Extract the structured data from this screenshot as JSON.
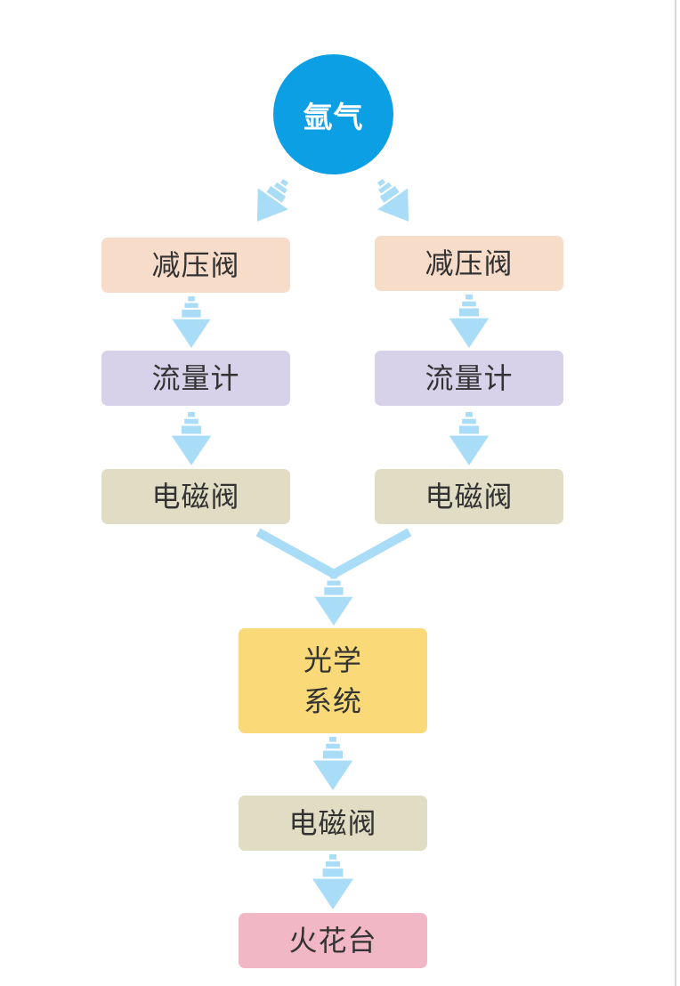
{
  "colors": {
    "source": "#0d9fe3",
    "pressure": "#f8dcca",
    "flowmeter": "#d7d2ea",
    "valve": "#e1ddc5",
    "optics": "#f9d978",
    "torch": "#f2b7c5",
    "arrow": "#a9dcf6"
  },
  "source": {
    "label": "氩气"
  },
  "branches": [
    {
      "pressure_valve": "减压阀",
      "flowmeter": "流量计",
      "solenoid_valve": "电磁阀"
    },
    {
      "pressure_valve": "减压阀",
      "flowmeter": "流量计",
      "solenoid_valve": "电磁阀"
    }
  ],
  "optical_system": {
    "line1": "光学",
    "line2": "系统"
  },
  "solenoid_valve_main": "电磁阀",
  "spark_stand": "火花台"
}
